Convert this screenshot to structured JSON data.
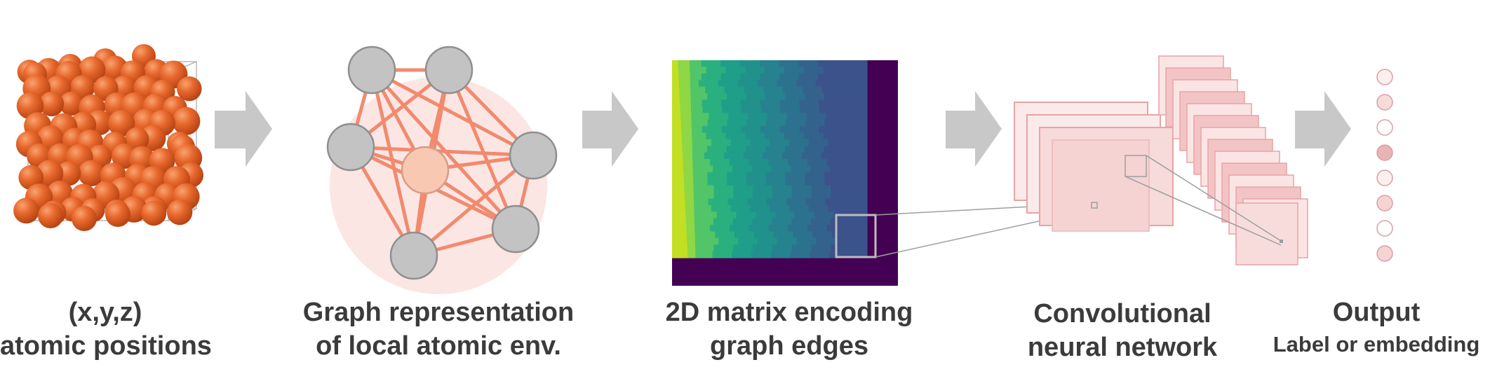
{
  "stages": [
    {
      "line1": "(x,y,z)",
      "line2": "atomic positions"
    },
    {
      "line1": "Graph representation",
      "line2": "of local atomic env."
    },
    {
      "line1": "2D matrix encoding",
      "line2": "graph edges"
    },
    {
      "line1": "Convolutional",
      "line2": "neural network"
    },
    {
      "line1": "Output",
      "line2": "Label or embedding"
    }
  ],
  "colors": {
    "atom": "#e8692e",
    "atom_dark": "#b84413",
    "graph_node": "#c3c3c3",
    "graph_center": "#f8c8b2",
    "graph_edge": "#f28a6e",
    "graph_halo": "#fbe6e4",
    "arrow": "#c8c8c8",
    "cnn_fill": "#f5d3d3",
    "cnn_stroke": "#e7a4a6",
    "matrix_dark": "#440154"
  },
  "icons": [
    "atom-cluster-icon",
    "graph-icon",
    "matrix-heatmap-icon",
    "cnn-stack-icon",
    "output-vector-icon",
    "right-arrow-icon"
  ]
}
